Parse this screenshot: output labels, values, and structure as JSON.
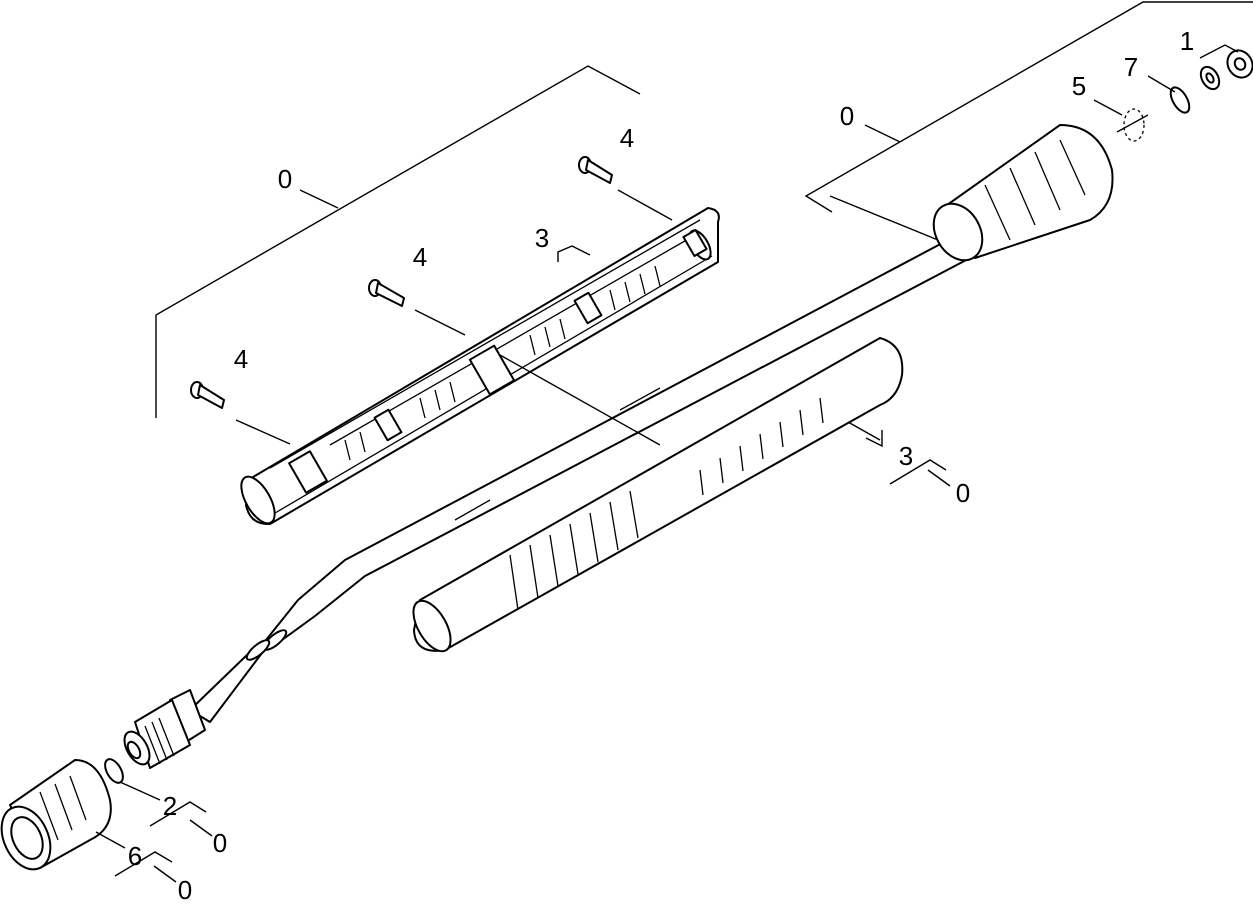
{
  "callouts": [
    {
      "id": "upper-handle-group",
      "text": "0"
    },
    {
      "id": "screw-top",
      "text": "4"
    },
    {
      "id": "handle-half-a",
      "text": "3"
    },
    {
      "id": "screw-middle",
      "text": "4"
    },
    {
      "id": "screw-left",
      "text": "4"
    },
    {
      "id": "lance-group",
      "text": "0"
    },
    {
      "id": "seal-ring",
      "text": "5"
    },
    {
      "id": "o-ring-top",
      "text": "7"
    },
    {
      "id": "nut-washer",
      "text": "1"
    },
    {
      "id": "handle-half-b",
      "text": "3"
    },
    {
      "id": "handle-half-b-group",
      "text": "0"
    },
    {
      "id": "o-ring-bottom",
      "text": "2"
    },
    {
      "id": "o-ring-bottom-group",
      "text": "0"
    },
    {
      "id": "union-nut",
      "text": "6"
    },
    {
      "id": "union-nut-group",
      "text": "0"
    }
  ]
}
